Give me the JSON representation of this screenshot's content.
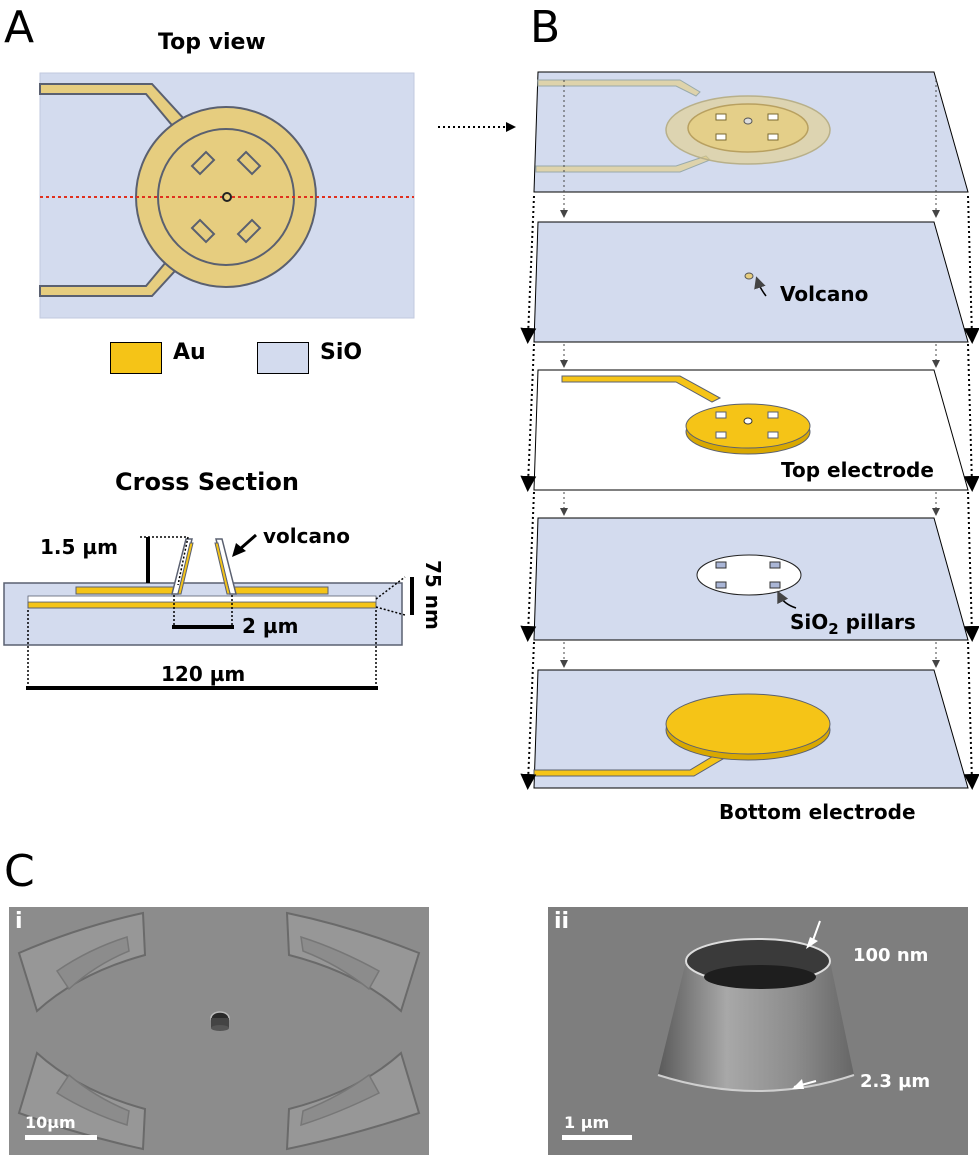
{
  "panels": {
    "a": {
      "letter": "A",
      "top_view_title": "Top view",
      "cross_section_title": "Cross Section"
    },
    "b": {
      "letter": "B"
    },
    "c": {
      "letter": "C",
      "sub_i": "i",
      "sub_ii": "ii"
    }
  },
  "legend": {
    "au_label": "Au",
    "sio_label": "SiO",
    "au_color": "#f5c417",
    "sio_color": "#d3dbee"
  },
  "cross_section": {
    "height_label": "1.5 µm",
    "volcano_label": "volcano",
    "thickness_label": "75 nm",
    "gap_label": "2 µm",
    "width_label": "120 µm"
  },
  "exploded_view": {
    "layer_volcano": "Volcano",
    "layer_top_electrode": "Top electrode",
    "layer_pillars_prefix": "SiO",
    "layer_pillars_sub": "2",
    "layer_pillars_suffix": " pillars",
    "layer_bottom_electrode": "Bottom electrode"
  },
  "sem": {
    "i_scale": "10µm",
    "ii_scale": "1 µm",
    "ii_wall": "100 nm",
    "ii_diameter": "2.3 µm"
  },
  "colors": {
    "gold": "#f5c417",
    "gold_light": "#e6cd7f",
    "sio": "#d3dbee",
    "outline": "#5a6070",
    "red_line": "#e0301e"
  }
}
